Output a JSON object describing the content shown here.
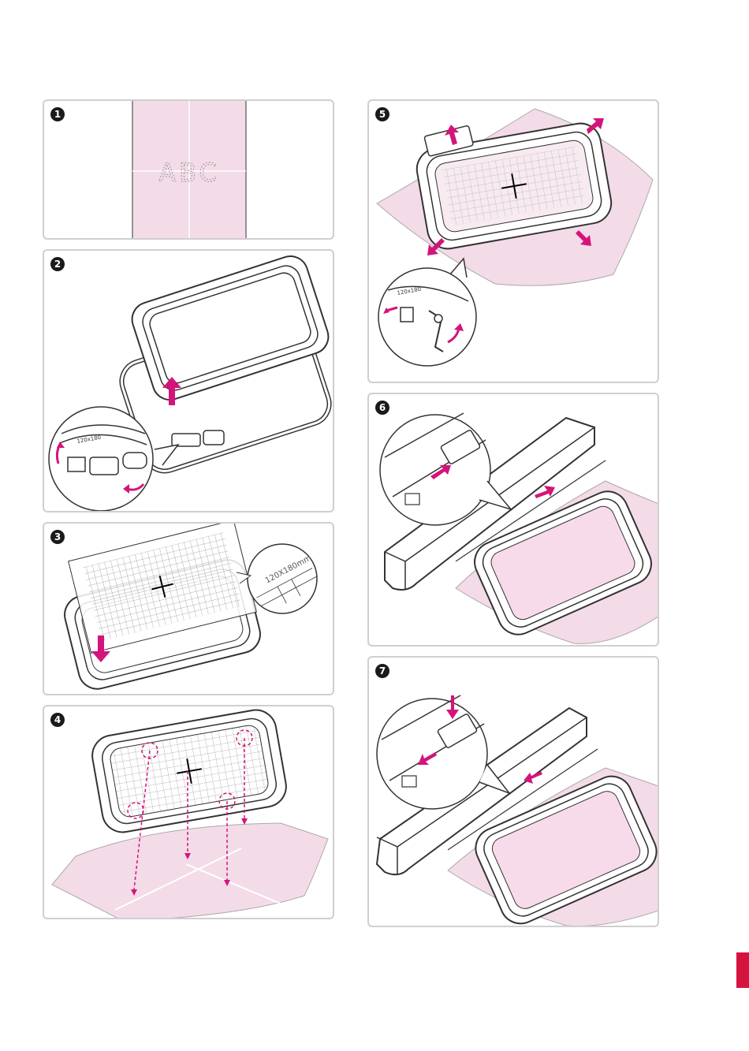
{
  "steps": [
    {
      "number": "1",
      "label": "ABC"
    },
    {
      "number": "2",
      "label": "120x180"
    },
    {
      "number": "3",
      "label": "120X180mm"
    },
    {
      "number": "4"
    },
    {
      "number": "5",
      "label": "120x180"
    },
    {
      "number": "6"
    },
    {
      "number": "7"
    }
  ],
  "colors": {
    "accent": "#d4147a",
    "fabric": "#f3dbe8",
    "hoop": "#3a3a3a",
    "tab": "#d4143d"
  }
}
